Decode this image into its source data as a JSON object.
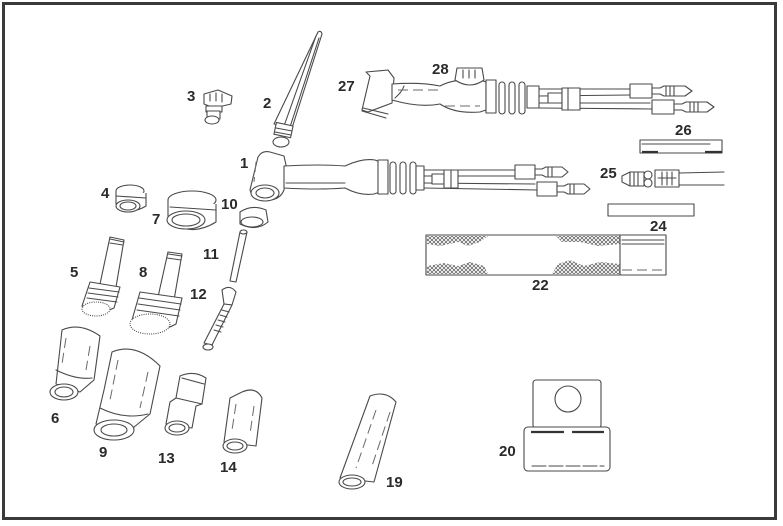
{
  "diagram": {
    "title": "TIG welding torch exploded parts diagram",
    "colors": {
      "line": "#4a4a4a",
      "label": "#2a2a2a",
      "frame": "#3a3a3a",
      "background": "#ffffff"
    },
    "parts": [
      {
        "id": "1",
        "label": "1",
        "name": "torch-body-large"
      },
      {
        "id": "2",
        "label": "2",
        "name": "long-back-cap"
      },
      {
        "id": "3",
        "label": "3",
        "name": "short-back-cap"
      },
      {
        "id": "4",
        "label": "4",
        "name": "insulator-small"
      },
      {
        "id": "5",
        "label": "5",
        "name": "gas-lens-small"
      },
      {
        "id": "6",
        "label": "6",
        "name": "gas-lens-cup-small"
      },
      {
        "id": "7",
        "label": "7",
        "name": "insulator-large"
      },
      {
        "id": "8",
        "label": "8",
        "name": "gas-lens-large"
      },
      {
        "id": "9",
        "label": "9",
        "name": "gas-lens-cup-large"
      },
      {
        "id": "10",
        "label": "10",
        "name": "heat-shield"
      },
      {
        "id": "11",
        "label": "11",
        "name": "collet"
      },
      {
        "id": "12",
        "label": "12",
        "name": "collet-body"
      },
      {
        "id": "13",
        "label": "13",
        "name": "alumina-nozzle-stepped"
      },
      {
        "id": "14",
        "label": "14",
        "name": "alumina-nozzle"
      },
      {
        "id": "19",
        "label": "19",
        "name": "long-nozzle"
      },
      {
        "id": "20",
        "label": "20",
        "name": "cable-tag"
      },
      {
        "id": "22",
        "label": "22",
        "name": "cable-cover"
      },
      {
        "id": "24",
        "label": "24",
        "name": "hose"
      },
      {
        "id": "25",
        "label": "25",
        "name": "power-cable-adaptor"
      },
      {
        "id": "26",
        "label": "26",
        "name": "gas-hose"
      },
      {
        "id": "27",
        "label": "27",
        "name": "torch-body-valve"
      },
      {
        "id": "28",
        "label": "28",
        "name": "gas-valve-knob"
      }
    ]
  }
}
